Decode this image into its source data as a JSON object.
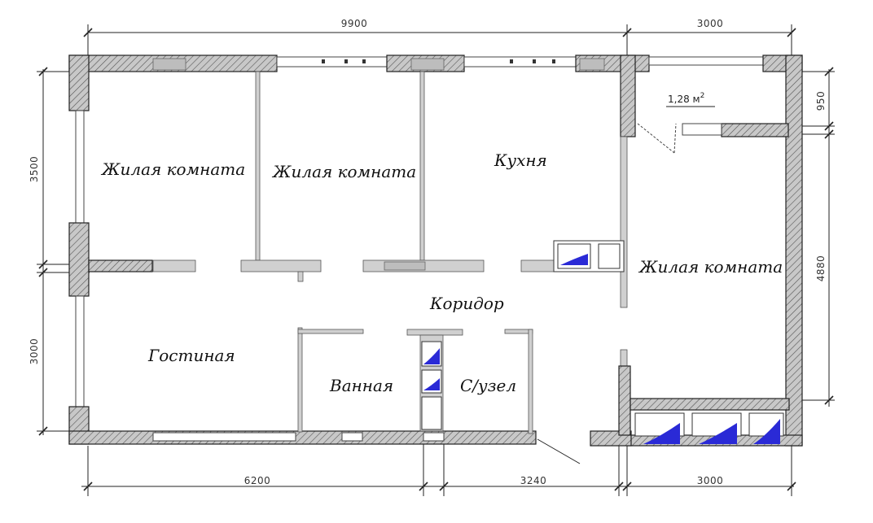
{
  "dimensions": {
    "top_left": "9900",
    "top_right": "3000",
    "bottom_left": "6200",
    "bottom_middle": "3240",
    "bottom_right": "3000",
    "left_upper": "3500",
    "left_lower": "3000",
    "right_upper": "950",
    "right_lower": "4880"
  },
  "rooms": {
    "bedroom_1": "Жилая комната",
    "bedroom_2": "Жилая комната",
    "kitchen": "Кухня",
    "bedroom_3": "Жилая комната",
    "corridor": "Коридор",
    "living_room": "Гостиная",
    "bathroom": "Ванная",
    "toilet": "С/узел"
  },
  "balcony": {
    "area": "1,28 м",
    "area_unit_sup": "2"
  }
}
